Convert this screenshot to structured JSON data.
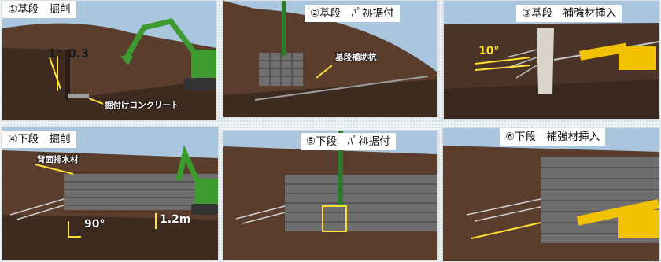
{
  "steps": [
    {
      "label": "①基段　掘削",
      "annotations": {
        "slope": "1：0.3",
        "footing": "掘付けコンクリート"
      }
    },
    {
      "label": "②基段　ﾊﾟﾈﾙ据付",
      "annotations": {
        "pile": "基段補助杭"
      }
    },
    {
      "label": "③基段　補強材挿入",
      "annotations": {
        "angle": "10°"
      }
    },
    {
      "label": "④下段　掘削",
      "annotations": {
        "drain": "背面排水材",
        "angle": "90°",
        "height": "1.2m"
      }
    },
    {
      "label": "⑤下段　ﾊﾟﾈﾙ据付",
      "annotations": {}
    },
    {
      "label": "⑥下段　補強材挿入",
      "annotations": {}
    }
  ],
  "colors": {
    "excavator": "#3d9a2e",
    "drill": "#f2c200",
    "annotation": "#ffe033",
    "soil": "#4a3428",
    "sky": "#a9c6de"
  }
}
